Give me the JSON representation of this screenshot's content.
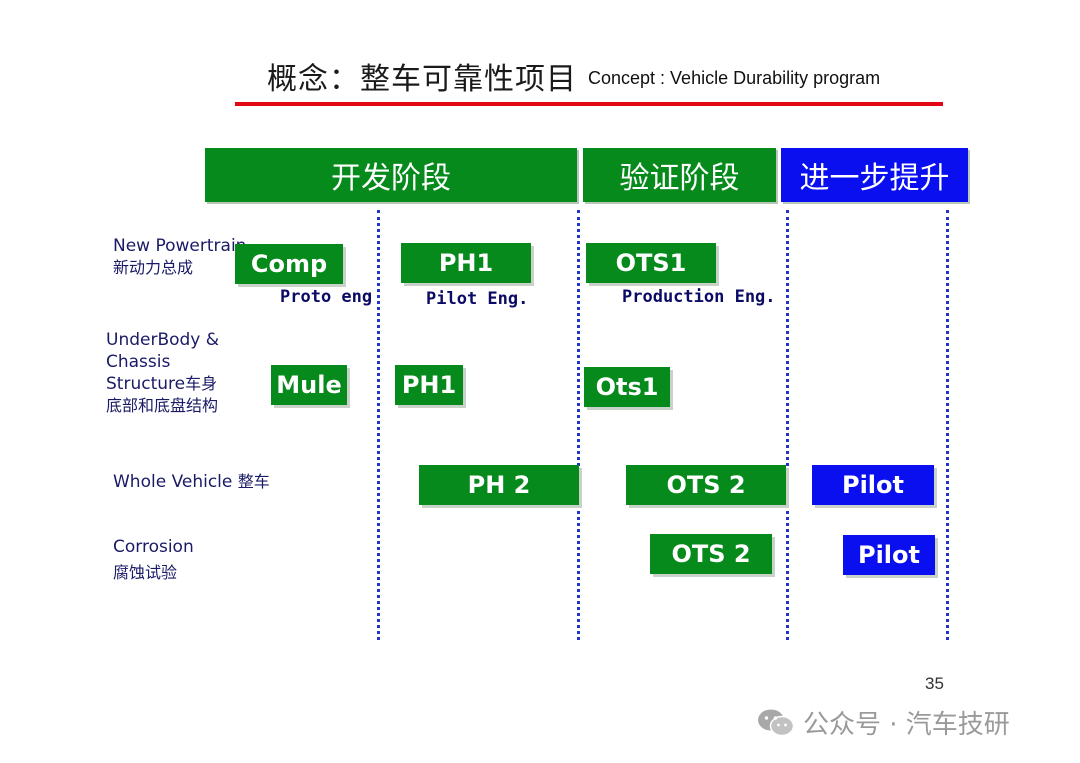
{
  "title": {
    "zh": "概念：整车可靠性项目",
    "en": "Concept : Vehicle Durability program"
  },
  "phases": [
    {
      "label": "开发阶段",
      "color": "#068a1c"
    },
    {
      "label": "验证阶段",
      "color": "#068a1c"
    },
    {
      "label": "进一步提升",
      "color": "#0a0ff0"
    }
  ],
  "rows": {
    "powertrain": {
      "en": "New Powertrain",
      "zh": "新动力总成"
    },
    "underbody": {
      "en1": "UnderBody &",
      "en2": "Chassis",
      "en3": "Structure",
      "zh1": "车身",
      "zh2": "底部和底盘结构"
    },
    "vehicle": {
      "en": "Whole Vehicle ",
      "zh": "整车"
    },
    "corrosion": {
      "en": "Corrosion",
      "zh": "腐蚀试验"
    }
  },
  "bars": {
    "comp": "Comp",
    "ph1_pt": "PH1",
    "ots1_pt": "OTS1",
    "mule": "Mule",
    "ph1_ub": "PH1",
    "ots1_ub": "Ots1",
    "ph2": "PH 2",
    "ots2_wv": "OTS 2",
    "pilot_wv": "Pilot",
    "ots2_cor": "OTS 2",
    "pilot_cor": "Pilot"
  },
  "sublabels": {
    "proto": "Proto eng",
    "pilot_eng": "Pilot Eng.",
    "production": "Production Eng."
  },
  "colors": {
    "green": "#068a1c",
    "blue": "#0a0ff0",
    "red_rule": "#e30613",
    "divider": "#2233cc"
  },
  "page_number": "35",
  "watermark": "公众号 · 汽车技研"
}
